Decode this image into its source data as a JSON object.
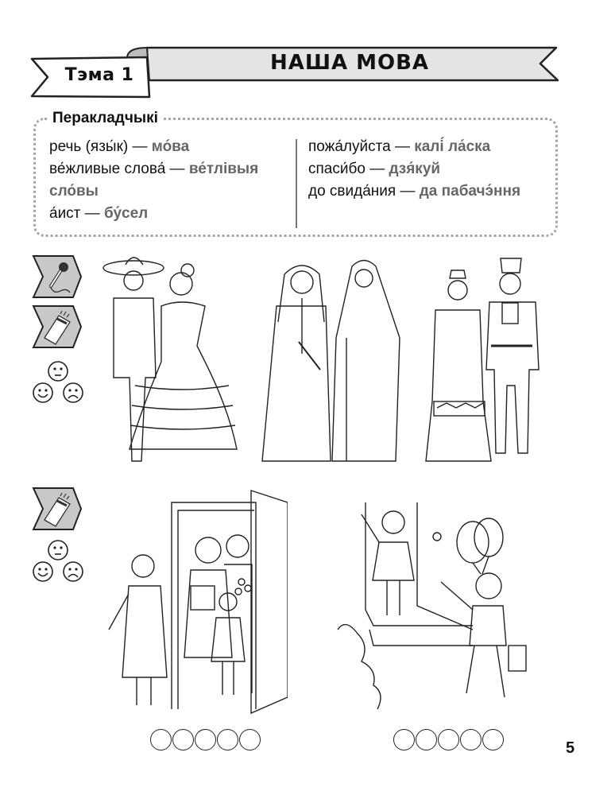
{
  "header": {
    "theme_label": "Тэма 1",
    "title": "НАША МОВА",
    "banner_fill": "#e4e4e4"
  },
  "vocabulary": {
    "title": "Перакладчыкі",
    "left_column": [
      {
        "ru": "речь (язы́к) — ",
        "be": "мо́ва"
      },
      {
        "ru": "ве́жливые слова́ — ",
        "be": "ве́тлівыя сло́вы"
      },
      {
        "ru": "а́ист — ",
        "be": "бу́сел"
      }
    ],
    "right_column": [
      {
        "ru": "пожа́луйста — ",
        "be": "калі́ ла́ска"
      },
      {
        "ru": "спаси́бо — ",
        "be": "дзя́куй"
      },
      {
        "ru": "до свида́ния — ",
        "be": "да пабачэ́ння"
      }
    ],
    "left_line2_be": "ве́тлівыя",
    "left_line3_be": "сло́вы"
  },
  "exercises": [
    {
      "icons": [
        "microphone-icon",
        "pencils-icon"
      ],
      "self_assessment": [
        "neutral-face",
        "happy-face",
        "sad-face"
      ],
      "illustration": "three couples in national costumes: Mexican, Arab, Belarusian"
    },
    {
      "icons": [
        "pencils-icon"
      ],
      "self_assessment": [
        "neutral-face",
        "happy-face",
        "sad-face"
      ],
      "illustrations": [
        "woman welcoming family with gift and flowers at open door",
        "girl waving from doorway to boy with balloons and bag"
      ]
    }
  ],
  "answer_circles": {
    "left_count": 5,
    "right_count": 5
  },
  "page_number": "5"
}
